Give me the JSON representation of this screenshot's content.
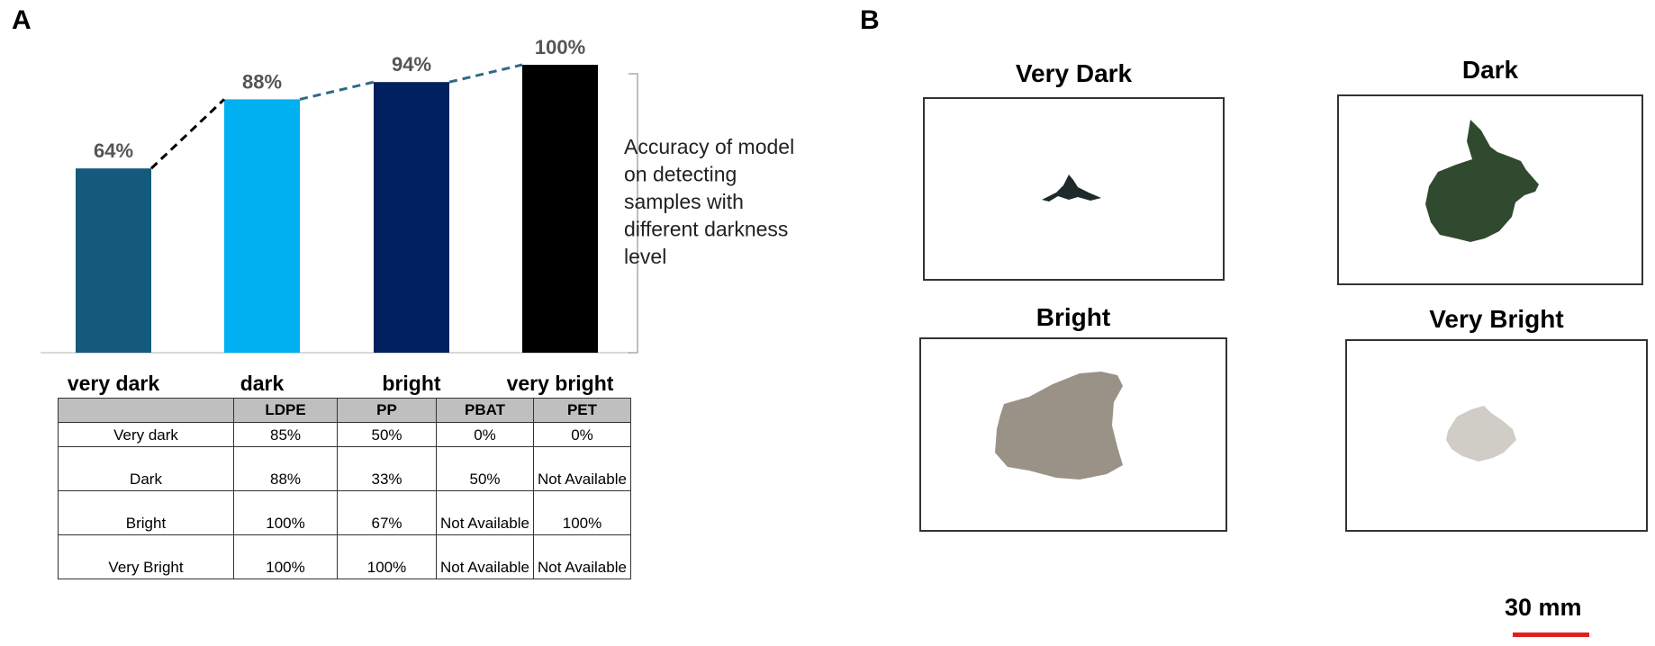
{
  "panel_a": {
    "letter": "A"
  },
  "panel_b": {
    "letter": "B"
  },
  "chart_data": {
    "type": "bar",
    "categories": [
      "very dark",
      "dark",
      "bright",
      "very bright"
    ],
    "values": [
      64,
      88,
      94,
      100
    ],
    "value_labels": [
      "64%",
      "88%",
      "94%",
      "100%"
    ],
    "colors": [
      "#145a7c",
      "#00b0f0",
      "#002060",
      "#000000"
    ],
    "connector_colors": [
      "#000000",
      "#2e6b86",
      "#2e6b86"
    ],
    "ylim": [
      0,
      100
    ],
    "annotation": [
      "Accuracy of model",
      "on detecting",
      "samples with",
      "different darkness",
      "level"
    ]
  },
  "table": {
    "headers": [
      "",
      "LDPE",
      "PP",
      "PBAT",
      "PET"
    ],
    "rows": [
      [
        "Very dark",
        "85%",
        "50%",
        "0%",
        "0%"
      ],
      [
        "Dark",
        "88%",
        "33%",
        "50%",
        "Not Available"
      ],
      [
        "Bright",
        "100%",
        "67%",
        "Not Available",
        "100%"
      ],
      [
        "Very Bright",
        "100%",
        "100%",
        "Not Available",
        "Not Available"
      ]
    ]
  },
  "samples": [
    {
      "title": "Very Dark",
      "color": "#1f2a2a"
    },
    {
      "title": "Dark",
      "color": "#2f4a2e"
    },
    {
      "title": "Bright",
      "color": "#9a9286"
    },
    {
      "title": "Very Bright",
      "color": "#cfcdc6"
    }
  ],
  "scale": {
    "label": "30 mm",
    "color": "#e02020"
  }
}
